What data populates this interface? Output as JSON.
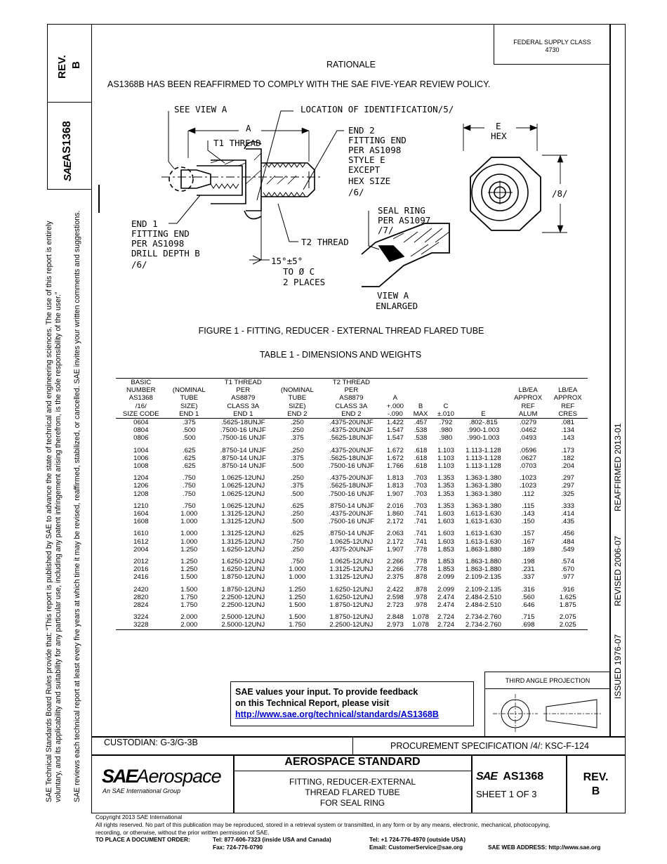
{
  "left_margin": {
    "line1": "SAE Technical Standards Board Rules provide that: “This report is published by SAE to advance the state of technical and engineering sciences. The use of this report is entirely",
    "line2": "voluntary, and its applicability and suitability for any particular use, including any patent infringement arising therefrom, is the sole responsibility of the user.”",
    "line3": "SAE reviews each technical report at least every five years at which time it may be revised, reaffirmed, stabilized, or cancelled. SAE invites your written comments and suggestions."
  },
  "rev_box": {
    "label": "REV.",
    "value": "B"
  },
  "doc_box": {
    "sae": "SAE",
    "number": "AS1368"
  },
  "federal_supply": {
    "line1": "FEDERAL SUPPLY CLASS",
    "line2": "4730"
  },
  "right_margin": {
    "issued": "ISSUED 1976-07",
    "revised": "REVISED 2006-07",
    "reaffirmed": "REAFFIRMED 2013-01"
  },
  "rationale": {
    "title": "RATIONALE",
    "text": "AS1368B HAS BEEN REAFFIRMED TO COMPLY WITH THE SAE FIVE-YEAR REVIEW POLICY."
  },
  "figure": {
    "labels": {
      "see_view_a": "SEE VIEW A",
      "location": "LOCATION OF IDENTIFICATION/5/",
      "a": "A",
      "t1_thread": "T1 THREAD",
      "end2": [
        "END 2",
        "FITTING END",
        "PER AS1098",
        "STYLE E",
        "EXCEPT",
        "HEX SIZE",
        "/6/"
      ],
      "e": "E",
      "hex": "HEX",
      "eight": "/8/",
      "seal_ring": [
        "SEAL RING",
        "PER AS1097",
        "/7/"
      ],
      "end1": [
        "END 1",
        "FITTING END",
        "PER AS1098",
        "DRILL DEPTH B",
        "/6/"
      ],
      "t2_thread": "T2 THREAD",
      "angle": [
        "15°±5°",
        "TO Ø C",
        "2 PLACES"
      ],
      "view_a": [
        "VIEW A",
        "ENLARGED"
      ]
    },
    "caption": "FIGURE 1 - FITTING, REDUCER - EXTERNAL THREAD FLARED TUBE"
  },
  "table": {
    "title": "TABLE 1 - DIMENSIONS AND WEIGHTS",
    "headers": [
      [
        "BASIC",
        "NUMBER",
        "AS1368",
        "/16/",
        "SIZE CODE"
      ],
      [
        "(NOMINAL",
        "TUBE",
        "SIZE)",
        "END 1"
      ],
      [
        "T1 THREAD",
        "PER",
        "AS8879",
        "CLASS 3A",
        "END 1"
      ],
      [
        "(NOMINAL",
        "TUBE",
        "SIZE)",
        "END 2"
      ],
      [
        "T2 THREAD",
        "PER",
        "AS8879",
        "CLASS 3A",
        "END 2"
      ],
      [
        "A",
        "+.000",
        "-.090"
      ],
      [
        "B",
        "MAX"
      ],
      [
        "C",
        "±.010"
      ],
      [
        "E"
      ],
      [
        "LB/EA",
        "APPROX",
        "REF",
        "ALUM"
      ],
      [
        "LB/EA",
        "APPROX",
        "REF",
        "CRES"
      ]
    ],
    "groups": [
      [
        [
          "0604",
          ".375",
          ".5625-18UNJF",
          ".250",
          ".4375-20UNJF",
          "1.422",
          ".457",
          ".792",
          ".802-.815",
          ".0279",
          ".081"
        ],
        [
          "0804",
          ".500",
          ".7500-16 UNJF",
          ".250",
          ".4375-20UNJF",
          "1.547",
          ".538",
          ".980",
          ".990-1.003",
          ".0462",
          ".134"
        ],
        [
          "0806",
          ".500",
          ".7500-16 UNJF",
          ".375",
          ".5625-18UNJF",
          "1.547",
          ".538",
          ".980",
          ".990-1.003",
          ".0493",
          ".143"
        ]
      ],
      [
        [
          "1004",
          ".625",
          ".8750-14 UNJF",
          ".250",
          ".4375-20UNJF",
          "1.672",
          ".618",
          "1.103",
          "1.113-1.128",
          ".0596",
          ".173"
        ],
        [
          "1006",
          ".625",
          ".8750-14 UNJF",
          ".375",
          ".5625-18UNJF",
          "1.672",
          ".618",
          "1.103",
          "1.113-1.128",
          ".0627",
          ".182"
        ],
        [
          "1008",
          ".625",
          ".8750-14 UNJF",
          ".500",
          ".7500-16 UNJF",
          "1.766",
          ".618",
          "1.103",
          "1.113-1.128",
          ".0703",
          ".204"
        ]
      ],
      [
        [
          "1204",
          ".750",
          "1.0625-12UNJ",
          ".250",
          ".4375-20UNJF",
          "1.813",
          ".703",
          "1.353",
          "1.363-1.380",
          ".1023",
          ".297"
        ],
        [
          "1206",
          ".750",
          "1.0625-12UNJ",
          ".375",
          ".5625-18UNJF",
          "1.813",
          ".703",
          "1.353",
          "1.363-1.380",
          ".1023",
          ".297"
        ],
        [
          "1208",
          ".750",
          "1.0625-12UNJ",
          ".500",
          ".7500-16 UNJF",
          "1.907",
          ".703",
          "1.353",
          "1.363-1.380",
          ".112",
          ".325"
        ]
      ],
      [
        [
          "1210",
          ".750",
          "1.0625-12UNJ",
          ".625",
          ".8750-14 UNJF",
          "2.016",
          ".703",
          "1.353",
          "1.363-1.380",
          ".115",
          ".333"
        ],
        [
          "1604",
          "1.000",
          "1.3125-12UNJ",
          ".250",
          ".4375-20UNJF",
          "1.860",
          ".741",
          "1.603",
          "1.613-1.630",
          ".143",
          ".414"
        ],
        [
          "1608",
          "1.000",
          "1.3125-12UNJ",
          ".500",
          ".7500-16 UNJF",
          "2.172",
          ".741",
          "1.603",
          "1.613-1.630",
          ".150",
          ".435"
        ]
      ],
      [
        [
          "1610",
          "1.000",
          "1.3125-12UNJ",
          ".625",
          ".8750-14 UNJF",
          "2.063",
          ".741",
          "1.603",
          "1.613-1.630",
          ".157",
          ".456"
        ],
        [
          "1612",
          "1.000",
          "1.3125-12UNJ",
          ".750",
          "1.0625-12UNJ",
          "2.172",
          ".741",
          "1.603",
          "1.613-1.630",
          ".167",
          ".484"
        ],
        [
          "2004",
          "1.250",
          "1.6250-12UNJ",
          ".250",
          ".4375-20UNJF",
          "1.907",
          ".778",
          "1.853",
          "1.863-1.880",
          ".189",
          ".549"
        ]
      ],
      [
        [
          "2012",
          "1.250",
          "1.6250-12UNJ",
          ".750",
          "1.0625-12UNJ",
          "2.266",
          ".778",
          "1.853",
          "1.863-1.880",
          ".198",
          ".574"
        ],
        [
          "2016",
          "1.250",
          "1.6250-12UNJ",
          "1.000",
          "1.3125-12UNJ",
          "2.266",
          ".778",
          "1.853",
          "1.863-1.880",
          ".231",
          ".670"
        ],
        [
          "2416",
          "1.500",
          "1.8750-12UNJ",
          "1.000",
          "1.3125-12UNJ",
          "2.375",
          ".878",
          "2.099",
          "2.109-2.135",
          ".337",
          ".977"
        ]
      ],
      [
        [
          "2420",
          "1.500",
          "1.8750-12UNJ",
          "1.250",
          "1.6250-12UNJ",
          "2.422",
          ".878",
          "2.099",
          "2.109-2.135",
          ".316",
          ".916"
        ],
        [
          "2820",
          "1.750",
          "2.2500-12UNJ",
          "1.250",
          "1.6250-12UNJ",
          "2.598",
          ".978",
          "2.474",
          "2.484-2.510",
          ".560",
          "1.625"
        ],
        [
          "2824",
          "1.750",
          "2.2500-12UNJ",
          "1.500",
          "1.8750-12UNJ",
          "2.723",
          ".978",
          "2.474",
          "2.484-2.510",
          ".646",
          "1.875"
        ]
      ],
      [
        [
          "3224",
          "2.000",
          "2.5000-12UNJ",
          "1.500",
          "1.8750-12UNJ",
          "2.848",
          "1.078",
          "2.724",
          "2.734-2.760",
          ".715",
          "2.075"
        ],
        [
          "3228",
          "2.000",
          "2.5000-12UNJ",
          "1.750",
          "2.2500-12UNJ",
          "2.973",
          "1.078",
          "2.724",
          "2.734-2.760",
          ".698",
          "2.025"
        ]
      ]
    ]
  },
  "feedback": {
    "line1": "SAE values your input. To provide feedback",
    "line2": "on this Technical Report, please visit",
    "link": "http://www.sae.org/technical/standards/AS1368B"
  },
  "projection": {
    "label": "THIRD ANGLE PROJECTION"
  },
  "title_block": {
    "custodian": "CUSTODIAN: G-3/G-3B",
    "procurement": "PROCUREMENT SPECIFICATION /4/: KSC-F-124",
    "logo_sae": "SAE",
    "logo_aerospace": "Aerospace",
    "logo_sub": "An SAE International Group",
    "standard": "AEROSPACE STANDARD",
    "title1": "FITTING, REDUCER-EXTERNAL",
    "title2": "THREAD FLARED TUBE",
    "title3": "FOR SEAL RING",
    "doc_sae": "SAE",
    "doc_number": "AS1368",
    "sheet": "SHEET 1 OF 3",
    "rev_label": "REV.",
    "rev_value": "B"
  },
  "footer": {
    "copyright": "Copyright 2013 SAE International",
    "rights1": "All rights reserved. No part of this publication may be reproduced, stored in a retrieval system or transmitted, in any form or by any means, electronic, mechanical, photocopying,",
    "rights2": "recording, or otherwise, without the prior written permission of SAE.",
    "order_label": "TO PLACE A DOCUMENT ORDER:",
    "tel1": "Tel: 877-606-7323 (inside USA and Canada)",
    "fax": "Fax: 724-776-0790",
    "tel2": "Tel: +1 724-776-4970 (outside USA)",
    "email": "Email: CustomerService@sae.org",
    "web": "SAE WEB ADDRESS: http://www.sae.org"
  }
}
